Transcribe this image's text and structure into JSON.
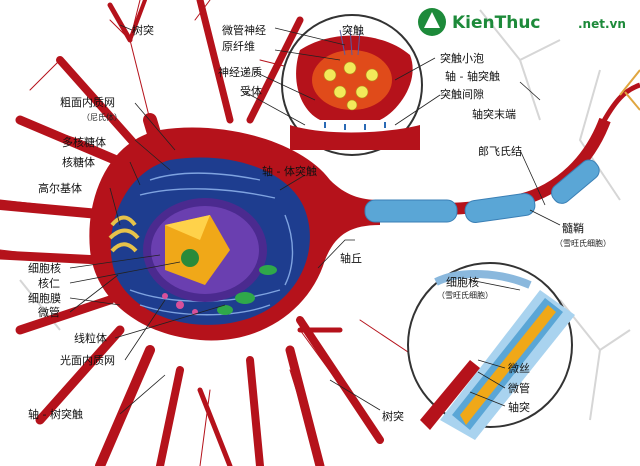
{
  "watermark": {
    "brand": "KienThuc",
    "domain": ".net.vn"
  },
  "labels": {
    "dendrite_top": "树突",
    "microtubule_fibril_1": "微管神经",
    "microtubule_fibril_2": "原纤维",
    "synapse": "突触",
    "neurotransmitter": "神经递质",
    "receptor": "受体",
    "synaptic_vesicle": "突触小泡",
    "axoaxonic_synapse": "轴 - 轴突触",
    "synaptic_cleft": "突触间隙",
    "axon_terminal": "轴突末端",
    "rough_er": "粗面内质网",
    "nissl_body": "（尼氏体）",
    "polyribosomes": "多核糖体",
    "ribosomes": "核糖体",
    "golgi": "高尔基体",
    "axosomatic_synapse": "轴 - 体突触",
    "node_of_ranvier": "郎飞氏结",
    "myelin_sheath": "髓鞘",
    "schwann_cell": "（雪旺氏细胞）",
    "axon_hillock": "轴丘",
    "nucleus": "细胞核",
    "nucleolus": "核仁",
    "membrane": "细胞膜",
    "microtubule": "微管",
    "mitochondrion": "线粒体",
    "smooth_er": "光面内质网",
    "axodendritic_synapse": "轴 - 树突触",
    "dendrite_bottom": "树突",
    "schwann_nucleus": "细胞核",
    "schwann_nucleus_sub": "（雪旺氏细胞）",
    "microfilament": "微丝",
    "microtubule_axon": "微管",
    "axon": "轴突"
  },
  "colors": {
    "neuron": "#b5121b",
    "neuron_dark": "#8e0c13",
    "myelin": "#5aa6d6",
    "myelin_light": "#a9d3ef",
    "nucleus_ring": "#4b2a8f",
    "nucleus_inner": "#f0a818",
    "nucleolus": "#2a8a3a",
    "cytoplasm": "#1e3d8f",
    "golgi": "#e6c24a",
    "mito": "#2fa84a"
  }
}
